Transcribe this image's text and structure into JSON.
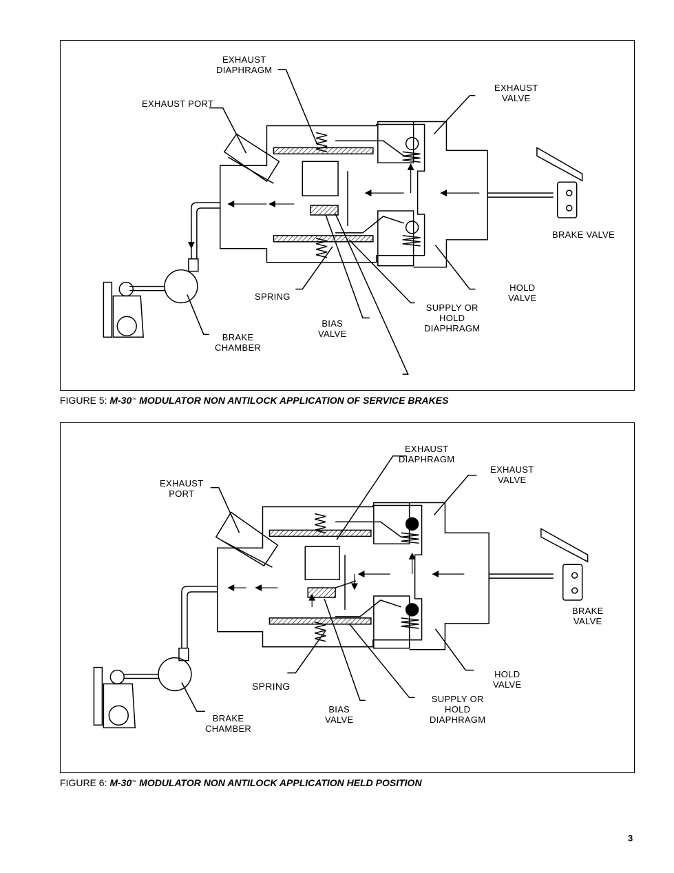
{
  "figure5": {
    "labels": {
      "exhaust_diaphragm": "EXHAUST\nDIAPHRAGM",
      "exhaust_port": "EXHAUST PORT",
      "exhaust_valve": "EXHAUST\nVALVE",
      "brake_valve": "BRAKE VALVE",
      "hold_valve": "HOLD\nVALVE",
      "spring": "SPRING",
      "supply_hold_diaphragm": "SUPPLY OR\nHOLD\nDIAPHRAGM",
      "bias_valve": "BIAS\nVALVE",
      "brake_chamber": "BRAKE\nCHAMBER"
    },
    "caption_prefix": "FIGURE 5: ",
    "caption_model": "M-30",
    "caption_tm": "™",
    "caption_rest": " MODULATOR NON ANTILOCK APPLICATION OF SERVICE BRAKES"
  },
  "figure6": {
    "labels": {
      "exhaust_diaphragm": "EXHAUST\nDIAPHRAGM",
      "exhaust_port": "EXHAUST\nPORT",
      "exhaust_valve": "EXHAUST\nVALVE",
      "brake_valve": "BRAKE\nVALVE",
      "hold_valve": "HOLD\nVALVE",
      "spring": "SPRING",
      "supply_hold_diaphragm": "SUPPLY OR\nHOLD\nDIAPHRAGM",
      "bias_valve": "BIAS\nVALVE",
      "brake_chamber": "BRAKE\nCHAMBER"
    },
    "caption_prefix": "FIGURE 6: ",
    "caption_model": "M-30",
    "caption_tm": "™",
    "caption_rest": " MODULATOR NON ANTILOCK APPLICATION HELD POSITION"
  },
  "page_number": "3"
}
